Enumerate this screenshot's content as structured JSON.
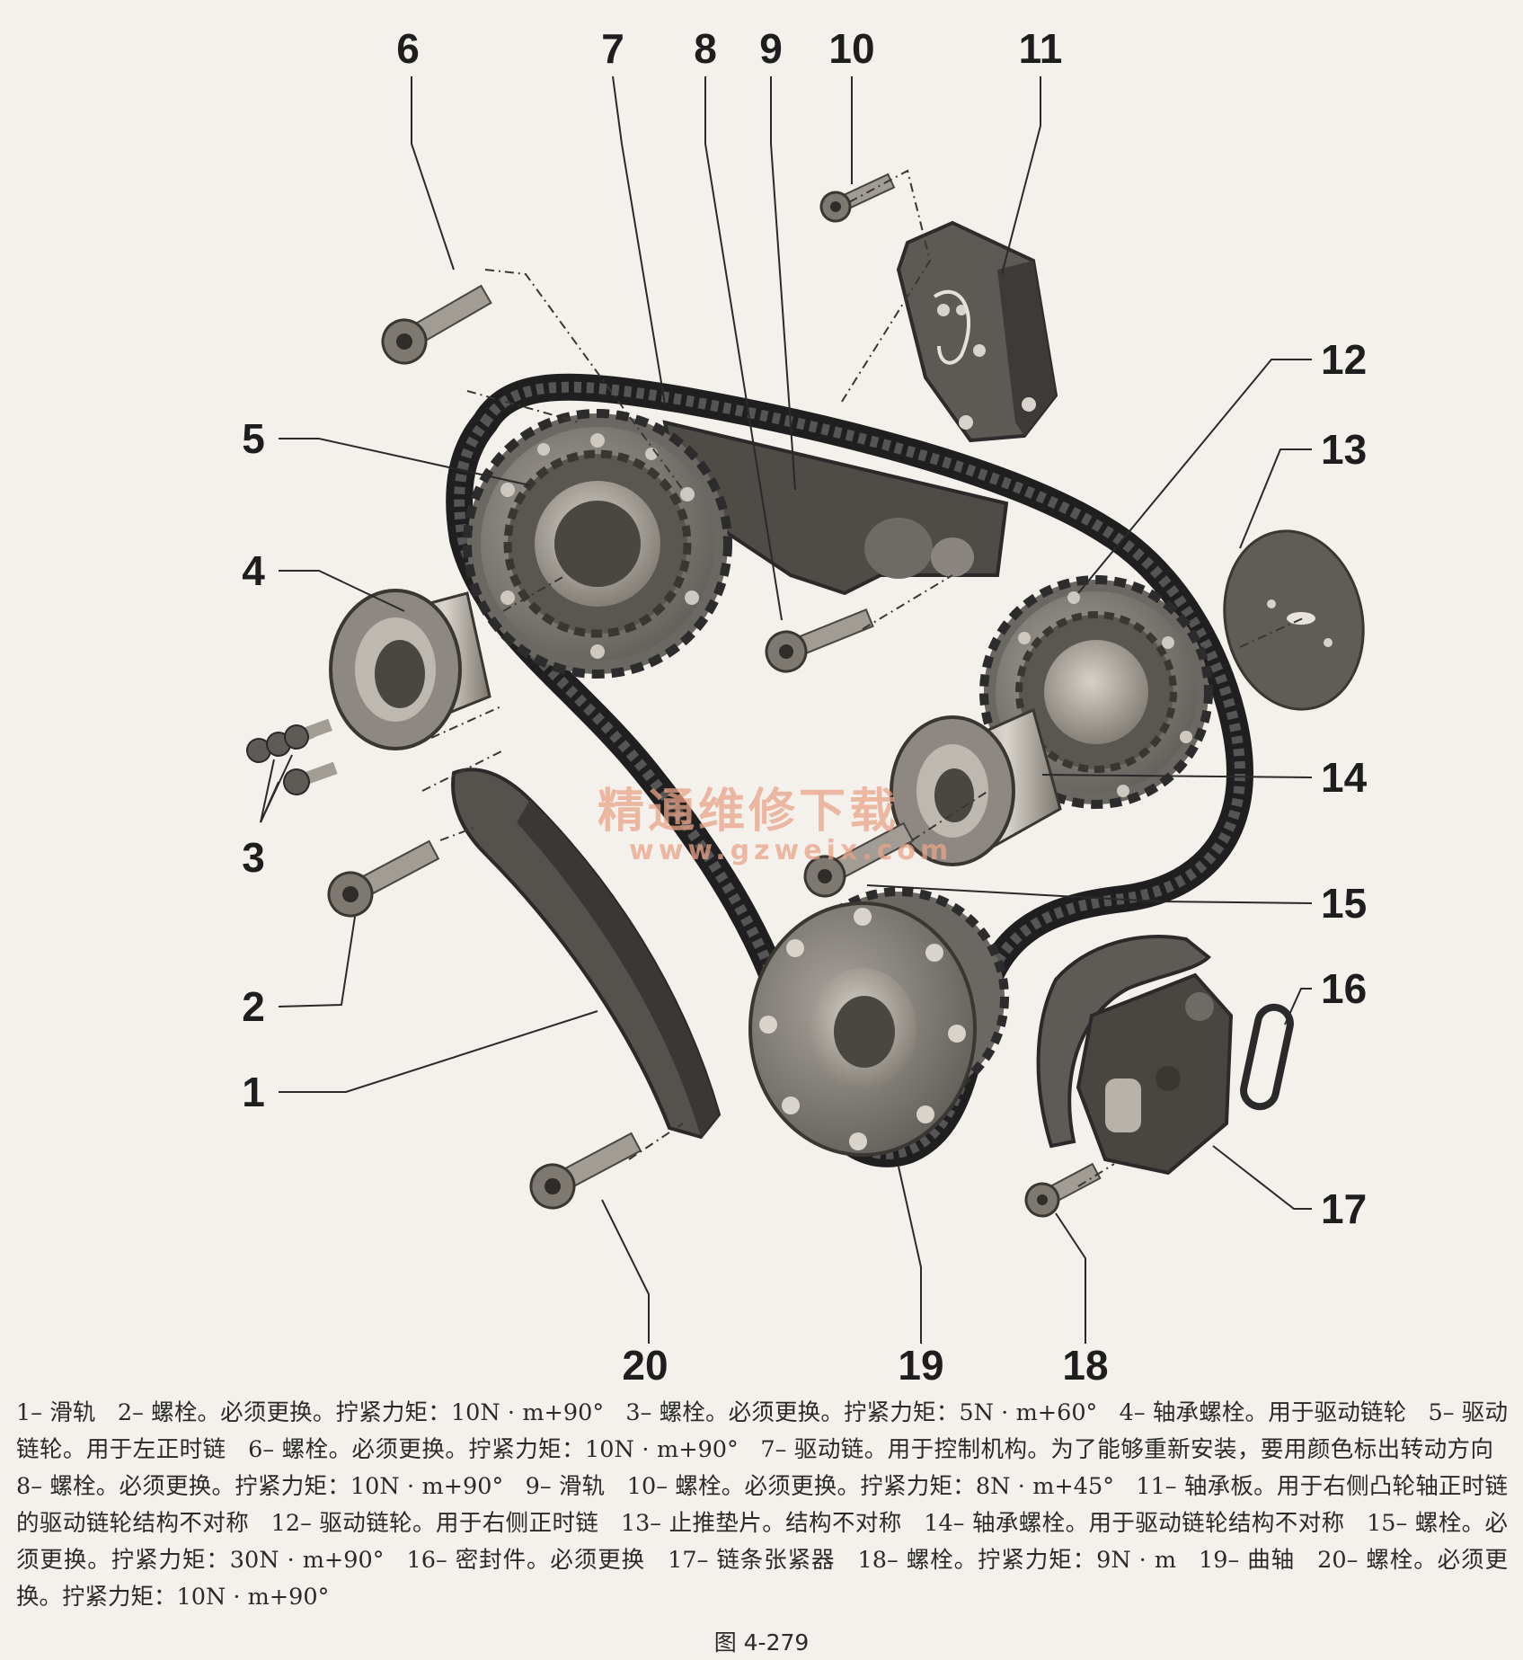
{
  "callouts": [
    {
      "num": "1",
      "text": "1– 滑轨"
    },
    {
      "num": "2",
      "text": "2– 螺栓。必须更换。拧紧力矩：10N · m+90°"
    },
    {
      "num": "3",
      "text": "3– 螺栓。必须更换。拧紧力矩：5N · m+60°"
    },
    {
      "num": "4",
      "text": "4– 轴承螺栓。用于驱动链轮"
    },
    {
      "num": "5",
      "text": "5– 驱动链轮。用于左正时链"
    },
    {
      "num": "6",
      "text": "6– 螺栓。必须更换。拧紧力矩：10N · m+90°"
    },
    {
      "num": "7",
      "text": "7– 驱动链。用于控制机构。为了能够重新安装，要用颜色标出转动方向"
    },
    {
      "num": "8",
      "text": "8– 螺栓。必须更换。拧紧力矩：10N · m+90°"
    },
    {
      "num": "9",
      "text": "9– 滑轨"
    },
    {
      "num": "10",
      "text": "10– 螺栓。必须更换。拧紧力矩：8N · m+45°"
    },
    {
      "num": "11",
      "text": "11– 轴承板。用于右侧凸轮轴正时链的驱动链轮结构不对称"
    },
    {
      "num": "12",
      "text": "12– 驱动链轮。用于右侧正时链"
    },
    {
      "num": "13",
      "text": "13– 止推垫片。结构不对称"
    },
    {
      "num": "14",
      "text": "14– 轴承螺栓。用于驱动链轮结构不对称"
    },
    {
      "num": "15",
      "text": "15– 螺栓。必须更换。拧紧力矩：30N · m+90°"
    },
    {
      "num": "16",
      "text": "16– 密封件。必须更换"
    },
    {
      "num": "17",
      "text": "17– 链条张紧器"
    },
    {
      "num": "18",
      "text": "18– 螺栓。拧紧力矩：9N · m"
    },
    {
      "num": "19",
      "text": "19– 曲轴"
    },
    {
      "num": "20",
      "text": "20– 螺栓。必须更换。拧紧力矩：10N · m+90°"
    }
  ],
  "watermark": {
    "cn": "精通维修下载",
    "url": "www.gzweix.com"
  },
  "figure_label": "图 4-279"
}
